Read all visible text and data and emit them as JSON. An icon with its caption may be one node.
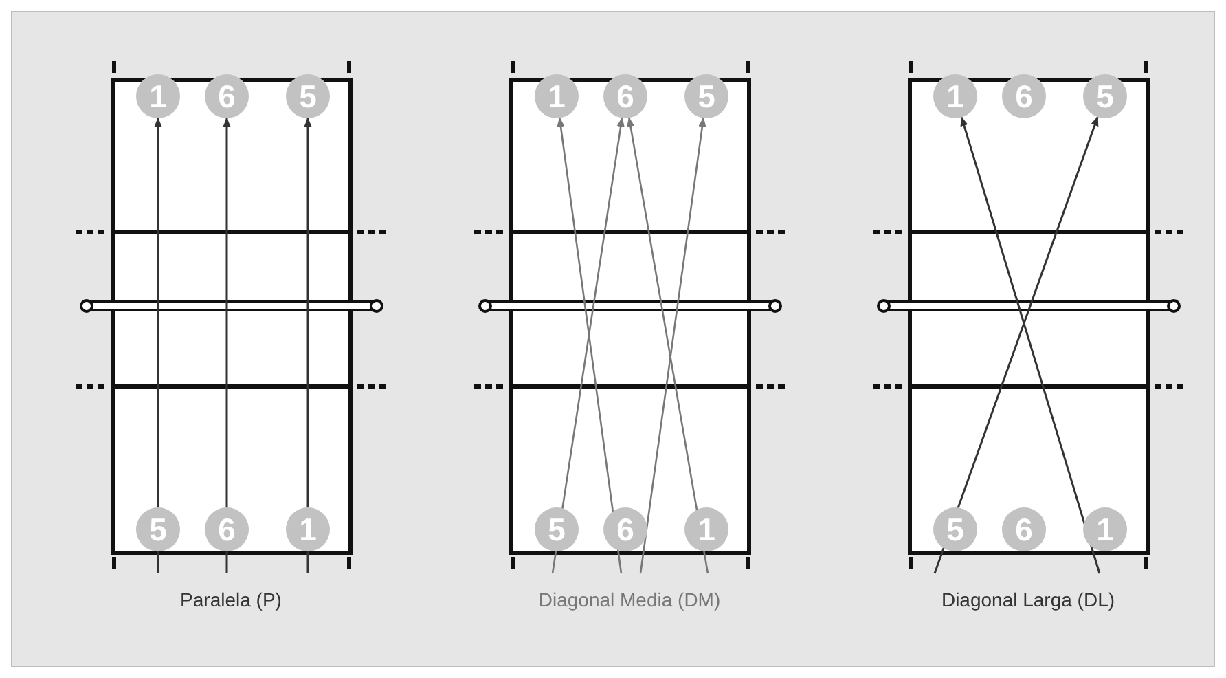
{
  "diagram": {
    "nodes": [
      {
        "text": [
          "1"
        ]
      },
      {
        "text": [
          "6"
        ]
      },
      {
        "text": [
          "5"
        ]
      },
      {
        "text": [
          "5"
        ]
      },
      {
        "text": [
          "6"
        ]
      },
      {
        "text": [
          "1"
        ]
      },
      {
        "text": [
          "1"
        ]
      },
      {
        "text": [
          "6"
        ]
      },
      {
        "text": [
          "5"
        ]
      },
      {
        "text": [
          "5"
        ]
      },
      {
        "text": [
          "6"
        ]
      },
      {
        "text": [
          "1"
        ]
      },
      {
        "text": [
          "1"
        ]
      },
      {
        "text": [
          "6"
        ]
      },
      {
        "text": [
          "5"
        ]
      },
      {
        "text": [
          "5"
        ]
      },
      {
        "text": [
          "6"
        ]
      },
      {
        "text": [
          "1"
        ]
      }
    ],
    "edges": [
      {
        "from": null,
        "to": 0,
        "arrow": "to"
      },
      {
        "from": null,
        "to": 1,
        "arrow": "to"
      },
      {
        "from": null,
        "to": 2,
        "arrow": "to"
      },
      {
        "from": null,
        "to": 7,
        "arrow": "to",
        "color": "#777777"
      },
      {
        "from": null,
        "to": 6,
        "arrow": "to",
        "color": "#777777"
      },
      {
        "from": null,
        "to": 8,
        "arrow": "to",
        "color": "#777777"
      },
      {
        "from": null,
        "to": 7,
        "arrow": "to",
        "color": "#777777"
      },
      {
        "from": null,
        "to": 14,
        "arrow": "to"
      },
      {
        "from": null,
        "to": 12,
        "arrow": "to"
      }
    ],
    "labels": [
      "Paralela (P)",
      "Diagonal Media (DM)",
      "Diagonal Larga (DL)"
    ]
  }
}
